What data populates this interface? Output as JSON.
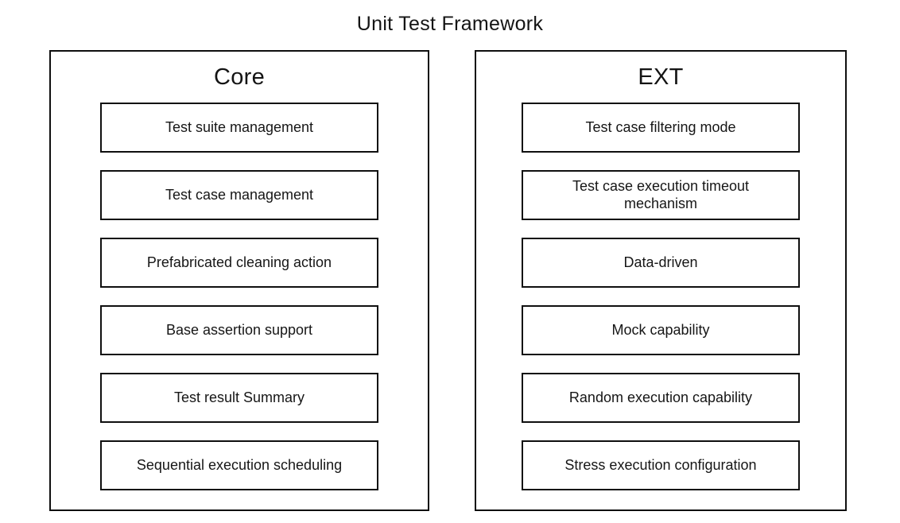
{
  "title": "Unit Test Framework",
  "colors": {
    "background": "#ffffff",
    "border": "#0f0f0f",
    "text": "#161616"
  },
  "columns": [
    {
      "header": "Core",
      "items": [
        "Test suite management",
        "Test case management",
        "Prefabricated cleaning action",
        "Base assertion support",
        "Test result Summary",
        "Sequential execution scheduling"
      ]
    },
    {
      "header": "EXT",
      "items": [
        "Test case filtering mode",
        "Test case execution timeout mechanism",
        "Data-driven",
        "Mock capability",
        "Random execution capability",
        "Stress execution configuration"
      ]
    }
  ]
}
